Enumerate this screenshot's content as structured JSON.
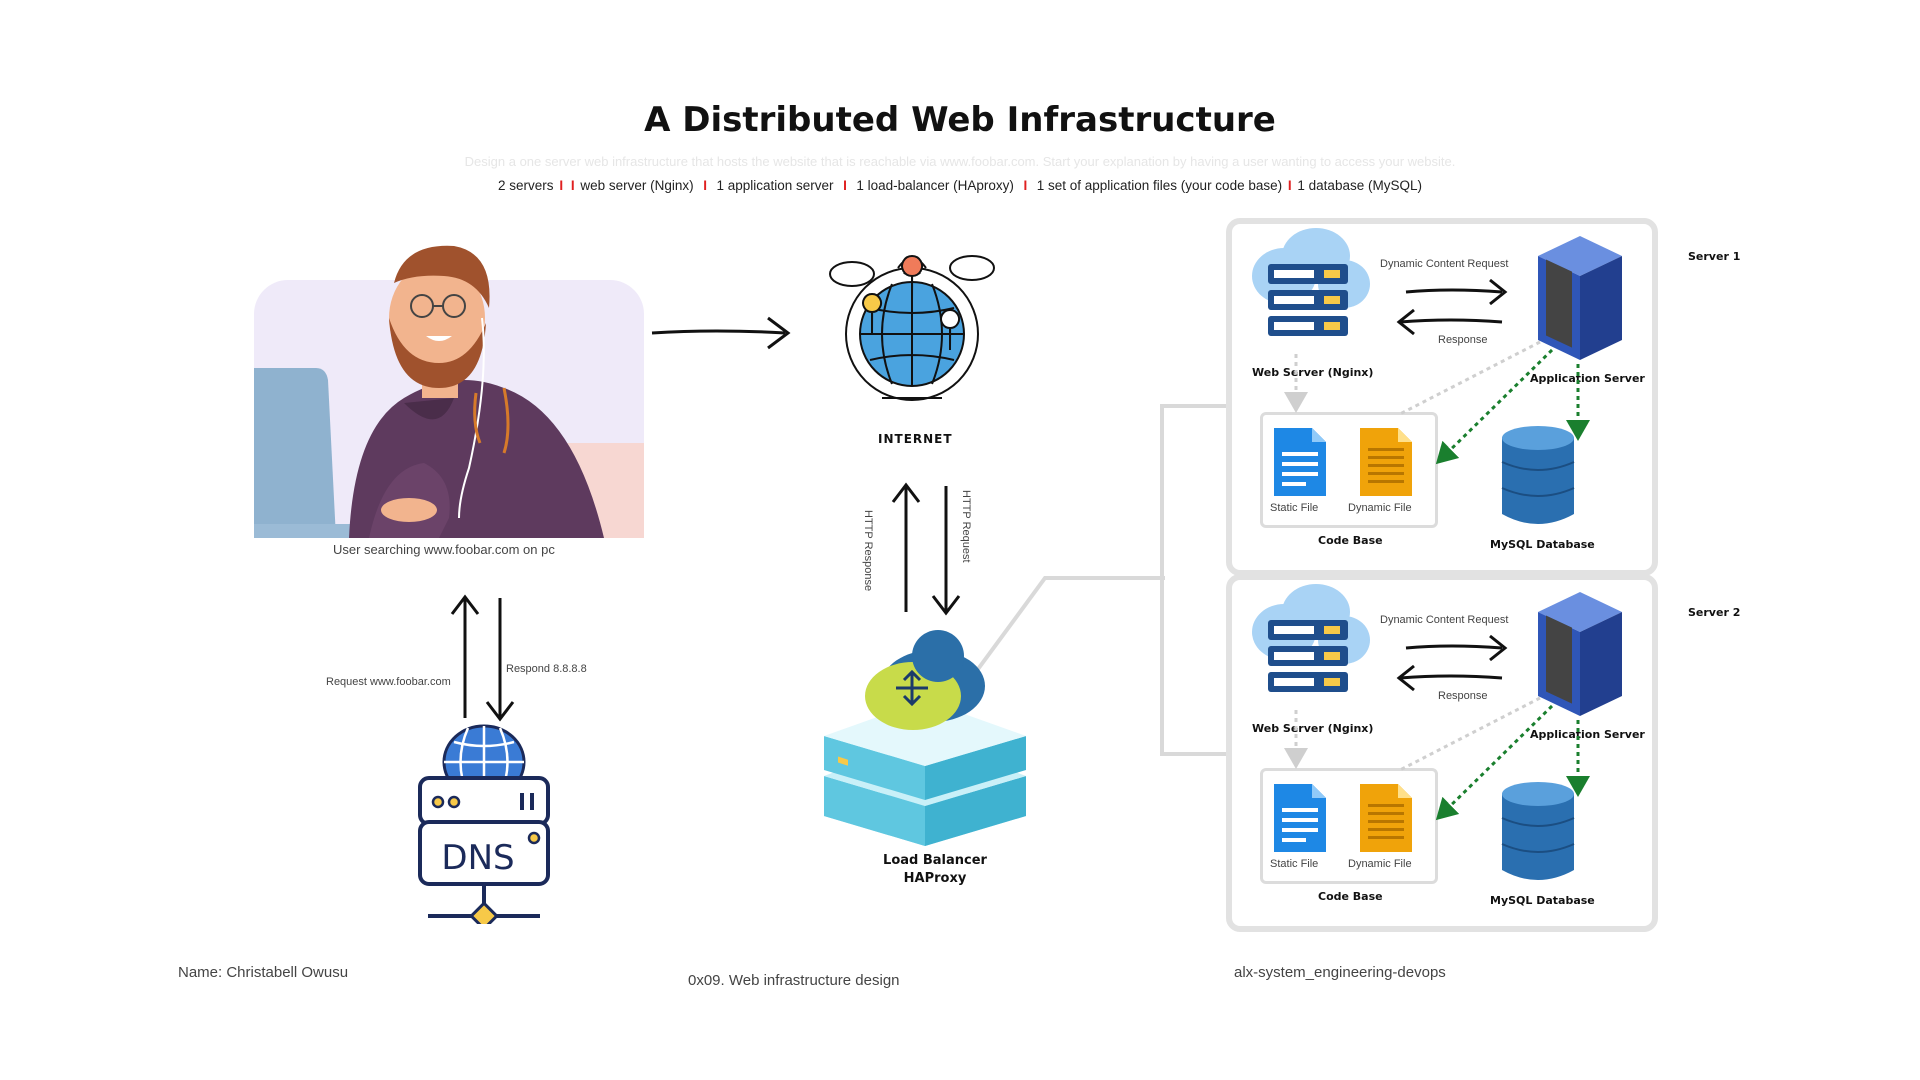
{
  "title": "A Distributed Web Infrastructure",
  "subtitle": "Design a one server web infrastructure that hosts the website that is reachable via www.foobar.com. Start your explanation by having a user wanting to access your website.",
  "requirements": [
    "2 servers",
    "web server (Nginx)",
    "1 application server",
    "1 load-balancer (HAproxy)",
    "1 set of application files (your code base)",
    "1 database (MySQL)"
  ],
  "user": {
    "caption": "User searching www.foobar.com on pc"
  },
  "dns": {
    "label": "DNS",
    "request_label": "Request www.foobar.com",
    "respond_label": "Respond 8.8.8.8"
  },
  "internet": {
    "label": "INTERNET",
    "http_response": "HTTP Response",
    "http_request": "HTTP Request"
  },
  "load_balancer": {
    "line1": "Load Balancer",
    "line2": "HAProxy"
  },
  "servers": [
    {
      "name": "Server 1",
      "web_server": "Web Server (Nginx)",
      "app_server": "Application Server",
      "dynamic_request": "Dynamic Content Request",
      "response": "Response",
      "static_file": "Static File",
      "dynamic_file": "Dynamic File",
      "code_base": "Code Base",
      "database": "MySQL  Database"
    },
    {
      "name": "Server 2",
      "web_server": "Web Server (Nginx)",
      "app_server": "Application Server",
      "dynamic_request": "Dynamic Content Request",
      "response": "Response",
      "static_file": "Static File",
      "dynamic_file": "Dynamic File",
      "code_base": "Code Base",
      "database": "MySQL  Database"
    }
  ],
  "footer": {
    "name": "Name: Christabell Owusu",
    "project": "0x09. Web infrastructure design",
    "repo": "alx-system_engineering-devops"
  },
  "colors": {
    "red_separator": "#e02020",
    "green_arrow": "#1a7f2e",
    "box_border": "#e2e2e2"
  }
}
